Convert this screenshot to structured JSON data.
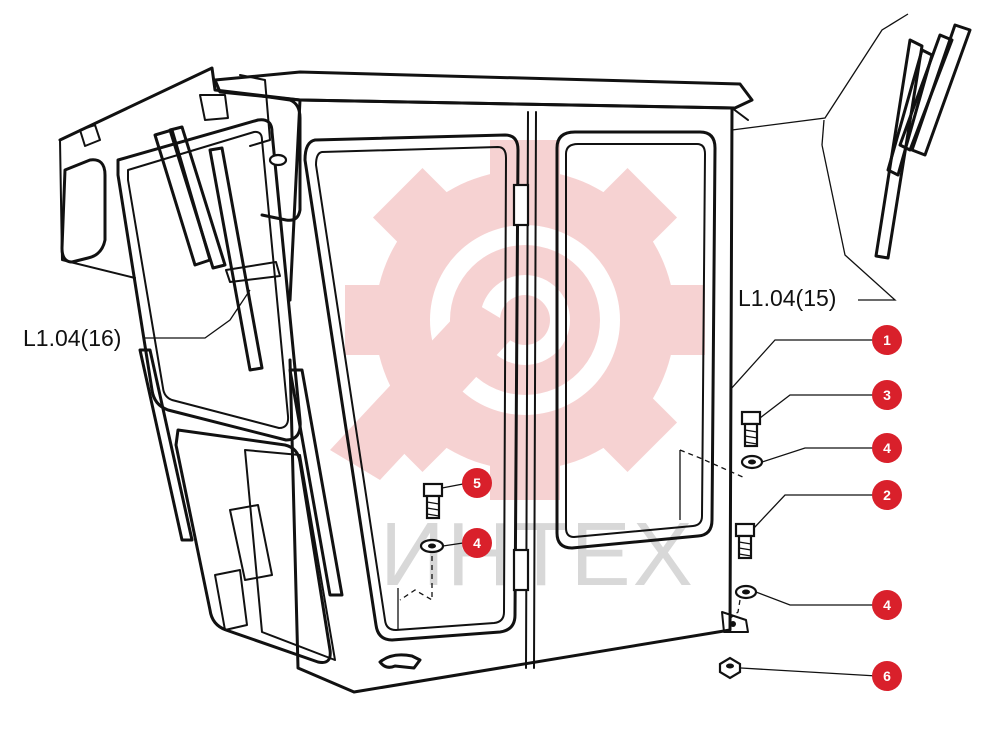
{
  "watermark": {
    "text": "ИНТЕХ",
    "gear_color": "#f4c3c3",
    "text_color": "#d8d8d8"
  },
  "callout_color": "#d9202b",
  "references": [
    {
      "id": "ref-left",
      "text": "L1.04(16)"
    },
    {
      "id": "ref-right",
      "text": "L1.04(15)"
    }
  ],
  "callouts": [
    {
      "id": "c1",
      "text": "1"
    },
    {
      "id": "c3",
      "text": "3"
    },
    {
      "id": "c4a",
      "text": "4"
    },
    {
      "id": "c2",
      "text": "2"
    },
    {
      "id": "c4b",
      "text": "4"
    },
    {
      "id": "c6",
      "text": "6"
    },
    {
      "id": "c5",
      "text": "5"
    },
    {
      "id": "c4c",
      "text": "4"
    }
  ]
}
